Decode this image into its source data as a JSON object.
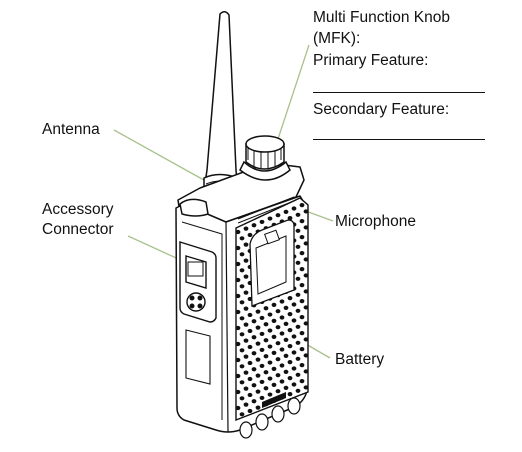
{
  "labels": {
    "mfk_line1": "Multi Function Knob",
    "mfk_line2": "(MFK):",
    "primary_feature": "Primary Feature:",
    "secondary_feature": "Secondary Feature:",
    "antenna": "Antenna",
    "accessory_line1": "Accessory",
    "accessory_line2": "Connector",
    "microphone": "Microphone",
    "battery": "Battery"
  },
  "colors": {
    "leader_line": "#a9c18c",
    "outline": "#111111",
    "body_fill": "#ffffff",
    "battery_hole": "#111111"
  }
}
